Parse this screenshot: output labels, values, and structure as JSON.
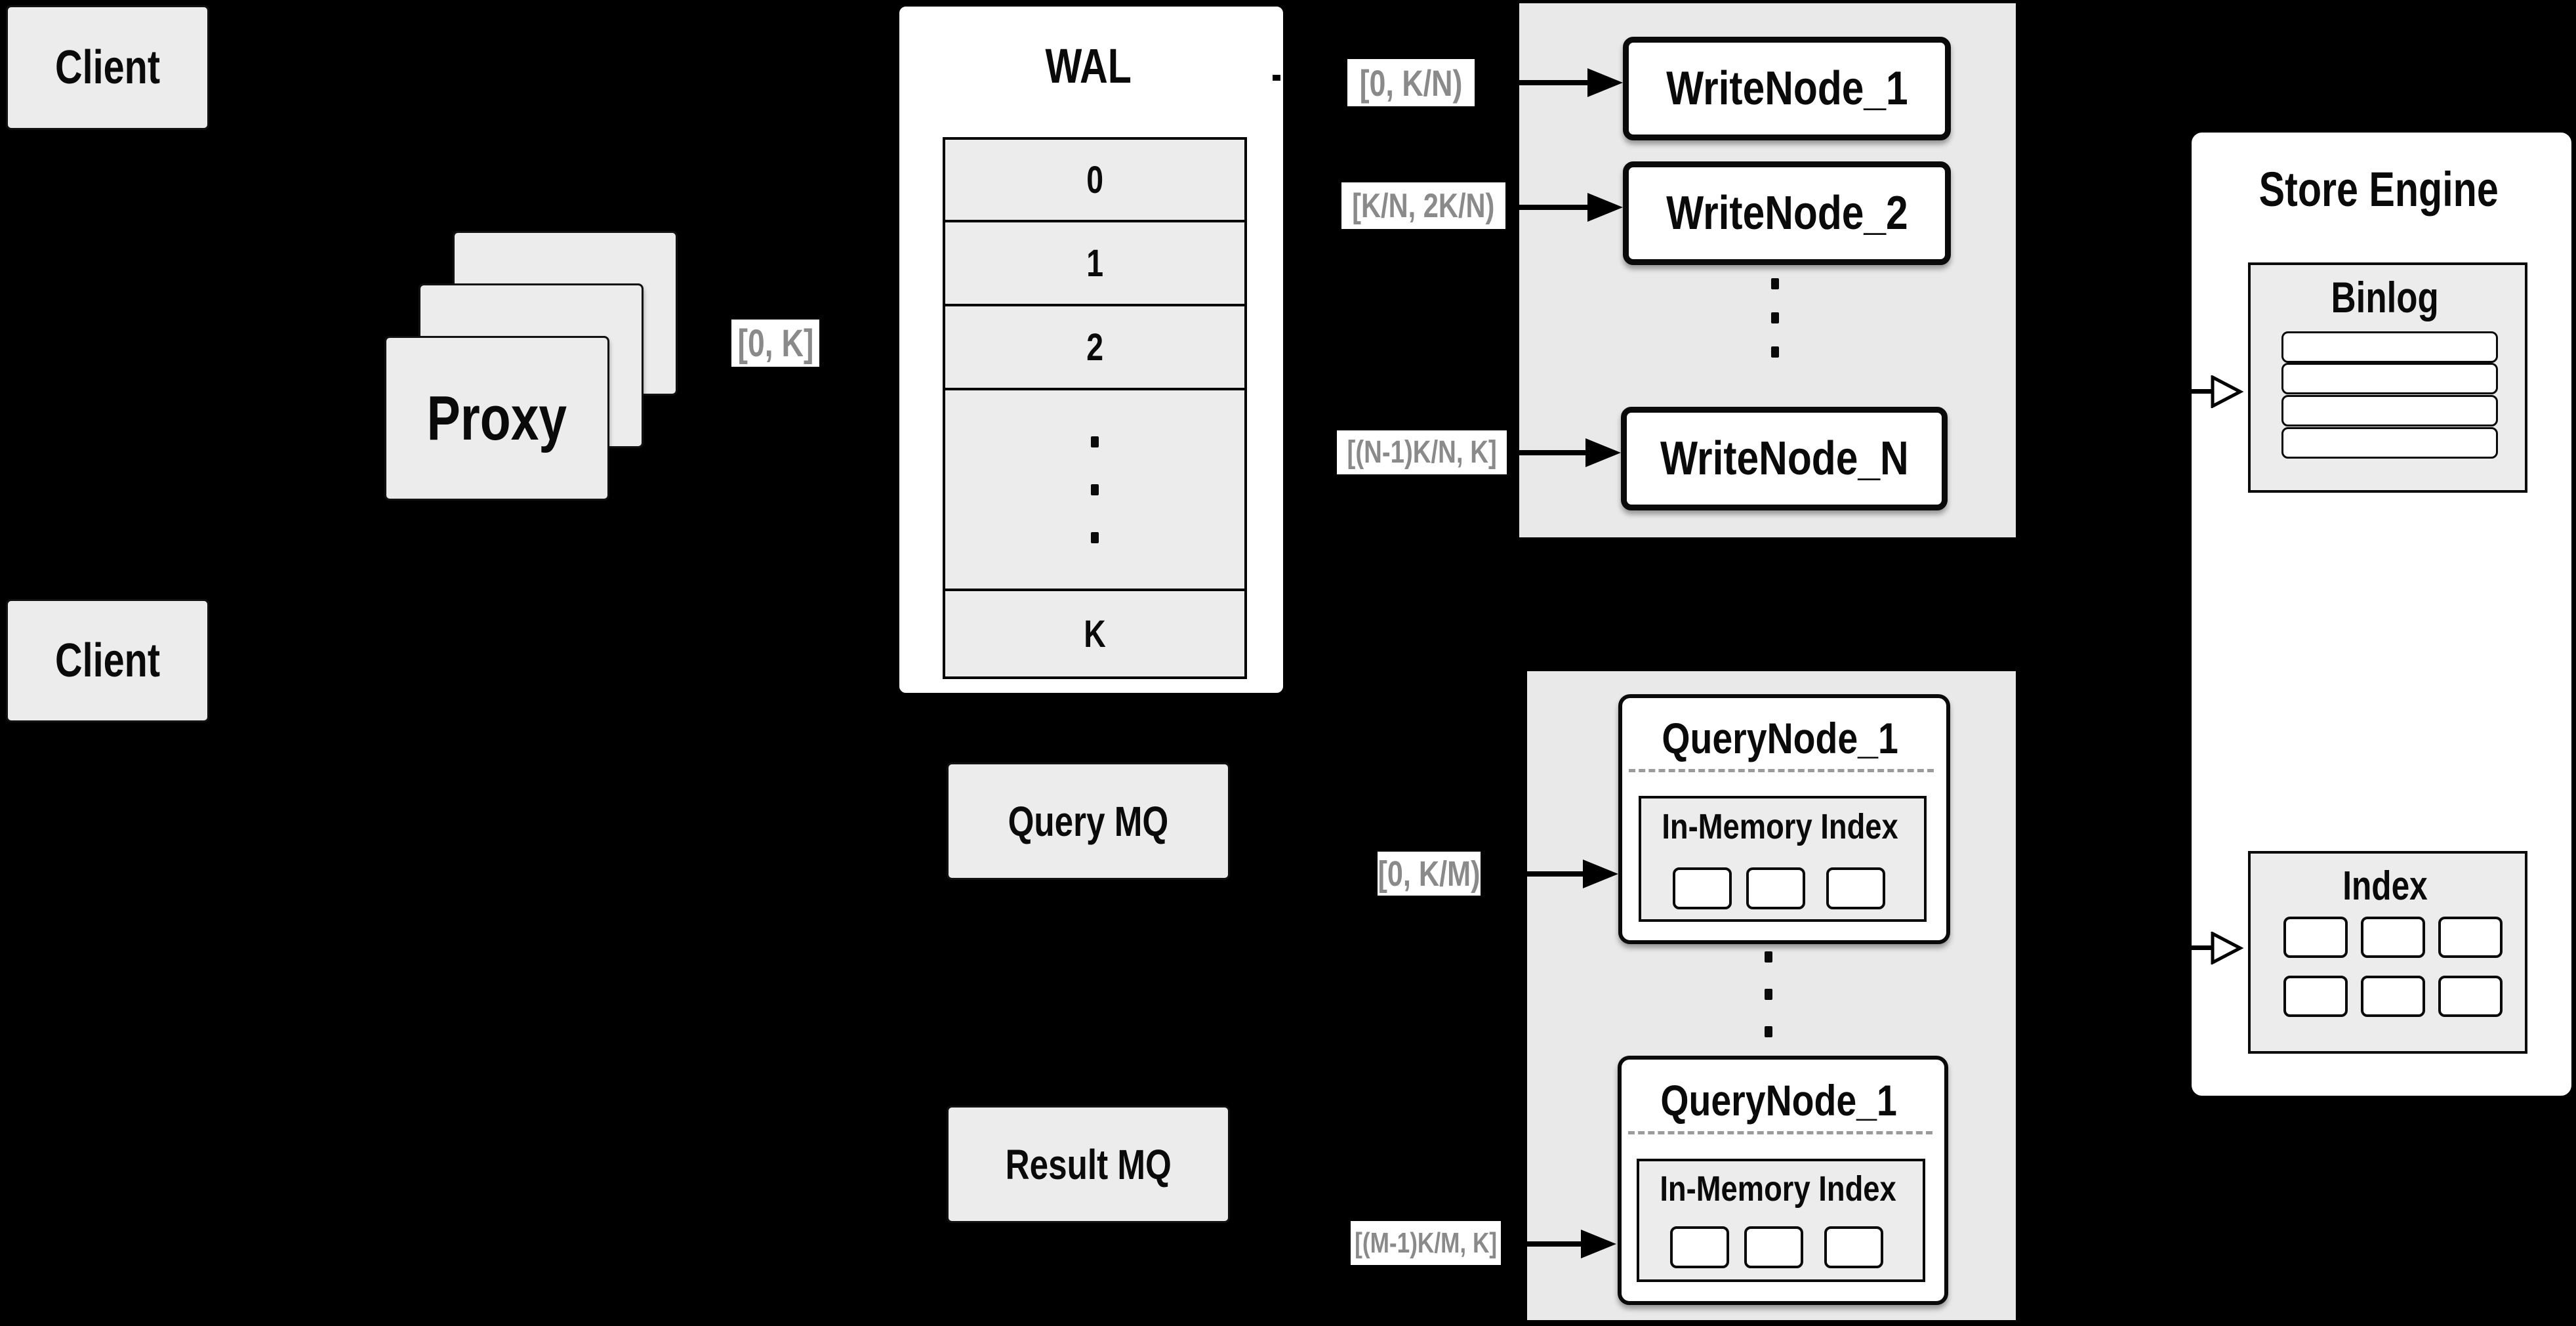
{
  "diagram": {
    "clients": {
      "top": "Client",
      "bottom": "Client"
    },
    "proxy": {
      "label": "Proxy",
      "range": "[0, K]"
    },
    "wal": {
      "title": "WAL",
      "rows": [
        "0",
        "1",
        "2"
      ],
      "last_row": "K"
    },
    "write": {
      "nodes": [
        {
          "label": "WriteNode_1",
          "range": "[0, K/N)"
        },
        {
          "label": "WriteNode_2",
          "range": "[K/N, 2K/N)"
        },
        {
          "label": "WriteNode_N",
          "range": "[(N-1)K/N, K]"
        }
      ]
    },
    "query": {
      "mq_query": "Query MQ",
      "mq_result": "Result MQ",
      "nodes": [
        {
          "label": "QueryNode_1",
          "sub": "In-Memory Index",
          "range": "[0, K/M)"
        },
        {
          "label": "QueryNode_1",
          "sub": "In-Memory Index",
          "range": "[(M-1)K/M, K]"
        }
      ]
    },
    "store": {
      "title": "Store Engine",
      "binlog": "Binlog",
      "index": "Index"
    },
    "colors": {
      "background": "#000000",
      "box_gray": "#ececec",
      "panel_gray": "#e9e9e9",
      "white": "#ffffff",
      "border": "#0a0a0a",
      "range_text": "#8a8a8a"
    }
  }
}
